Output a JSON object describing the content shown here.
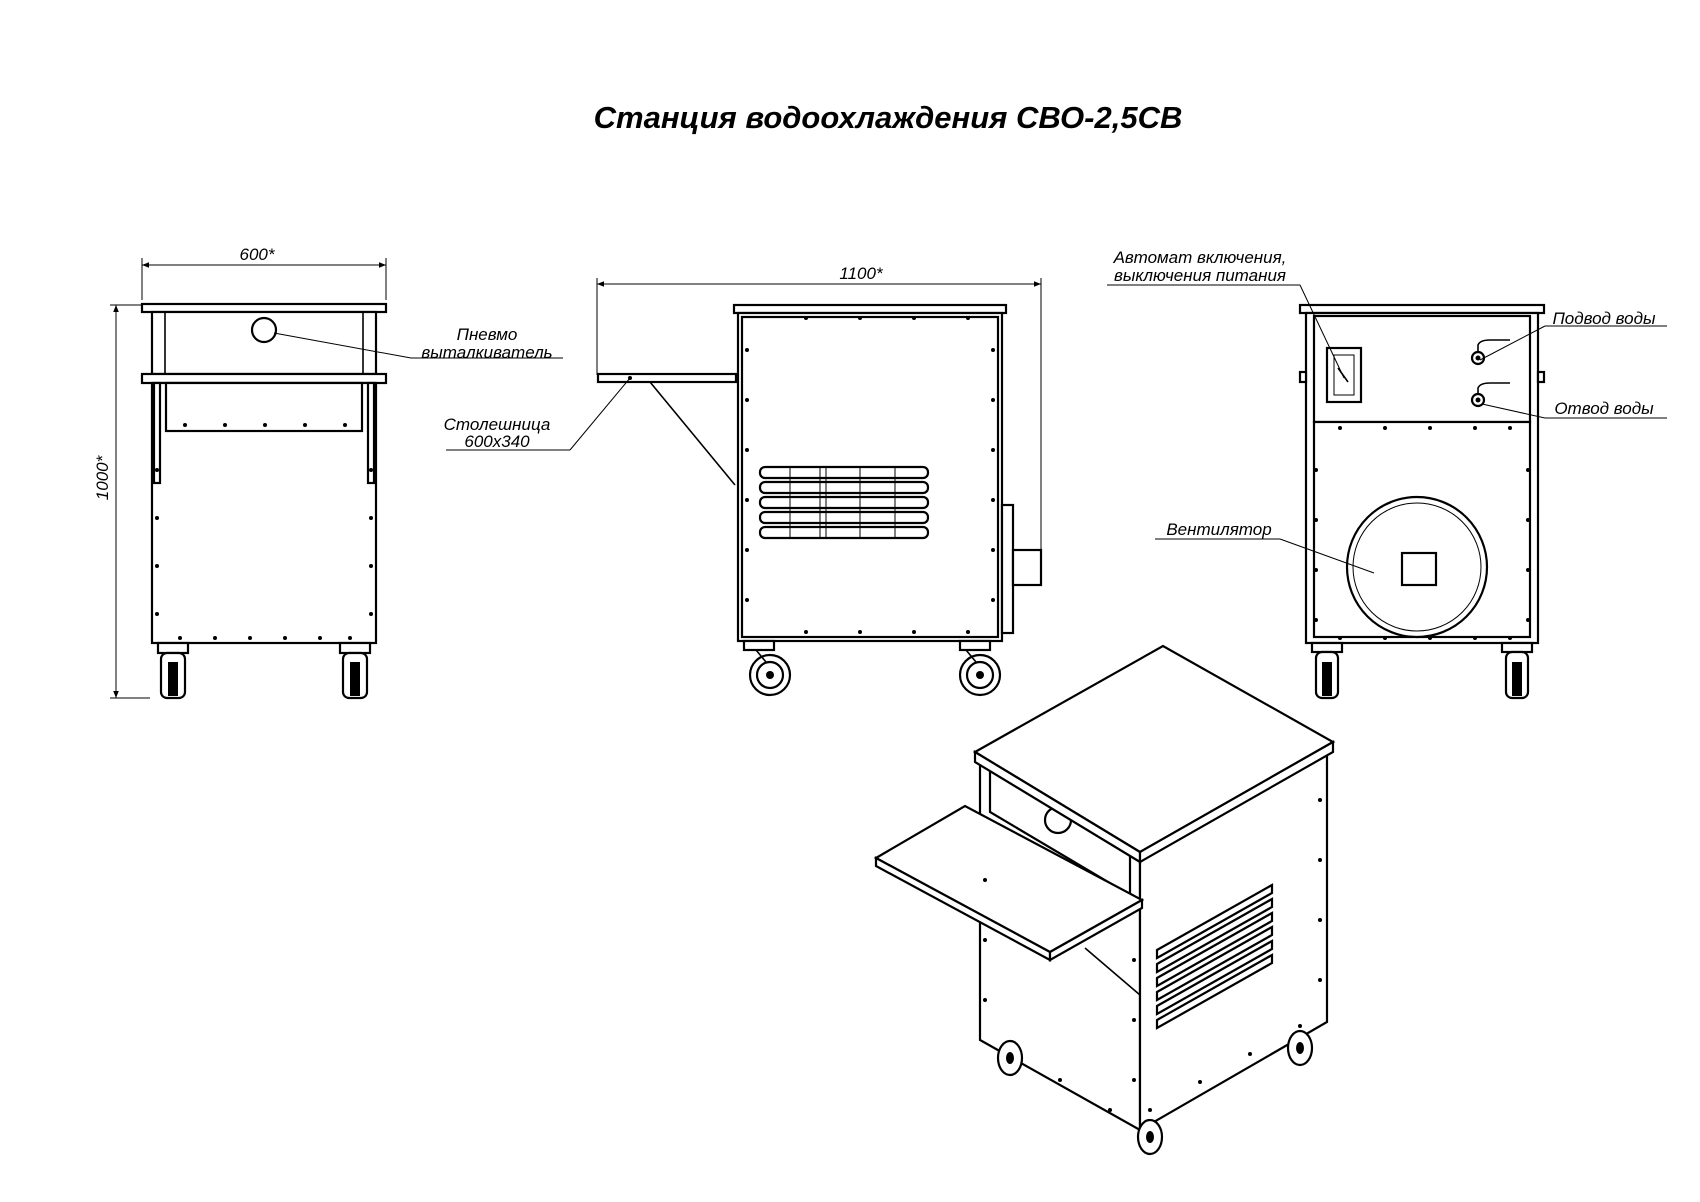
{
  "title": "Станция водоохлаждения СВО-2,5СВ",
  "dimensions": {
    "width": "600*",
    "length": "1100*",
    "height": "1000*"
  },
  "callouts": {
    "pneumo_line1": "Пневмо",
    "pneumo_line2": "выталкиватель",
    "tabletop_line1": "Столешница",
    "tabletop_line2": "600х340",
    "breaker_line1": "Автомат включения,",
    "breaker_line2": "выключения питания",
    "water_in": "Подвод воды",
    "water_out": "Отвод воды",
    "fan": "Вентилятор"
  },
  "views": [
    "front-view",
    "side-view",
    "rear-view",
    "isometric-view"
  ]
}
